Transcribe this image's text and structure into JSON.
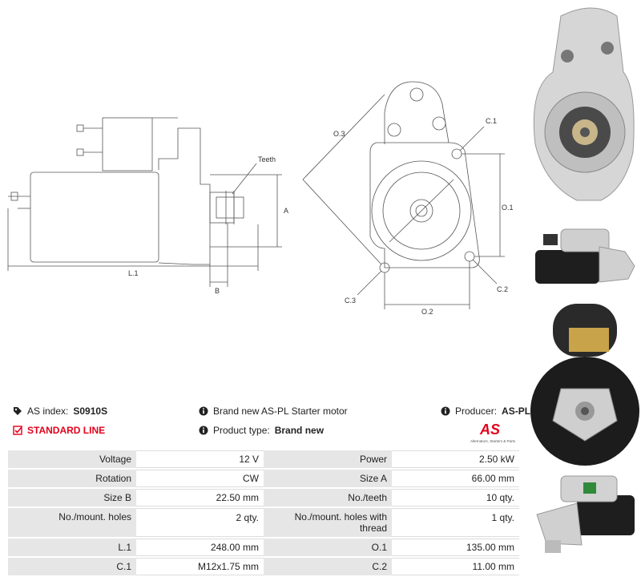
{
  "header": {
    "as_index_label": "AS index:",
    "as_index_value": "S0910S",
    "standard_line": "STANDARD LINE",
    "description": "Brand new AS-PL Starter motor",
    "product_type_label": "Product type:",
    "product_type_value": "Brand new",
    "producer_label": "Producer:",
    "producer_value": "AS-PL",
    "logo_text": "AS",
    "logo_tagline": "Alternators, Starters & Parts"
  },
  "drawing_labels": {
    "teeth": "Teeth",
    "a": "A",
    "b": "B",
    "l1": "L.1",
    "o1": "O.1",
    "o2": "O.2",
    "o3": "O.3",
    "c1": "C.1",
    "c2": "C.2",
    "c3": "C.3"
  },
  "specs": [
    {
      "label1": "Voltage",
      "value1": "12 V",
      "label2": "Power",
      "value2": "2.50 kW"
    },
    {
      "label1": "Rotation",
      "value1": "CW",
      "label2": "Size A",
      "value2": "66.00 mm"
    },
    {
      "label1": "Size B",
      "value1": "22.50 mm",
      "label2": "No./teeth",
      "value2": "10 qty."
    },
    {
      "label1": "No./mount. holes",
      "value1": "2 qty.",
      "label2": "No./mount. holes with thread",
      "value2": "1 qty.",
      "tall": true
    },
    {
      "label1": "L.1",
      "value1": "248.00 mm",
      "label2": "O.1",
      "value2": "135.00 mm"
    },
    {
      "label1": "C.1",
      "value1": "M12x1.75 mm",
      "label2": "C.2",
      "value2": "11.00 mm"
    }
  ],
  "colors": {
    "accent_red": "#e3001b",
    "label_bg": "#e6e6e6",
    "line": "#555555"
  }
}
